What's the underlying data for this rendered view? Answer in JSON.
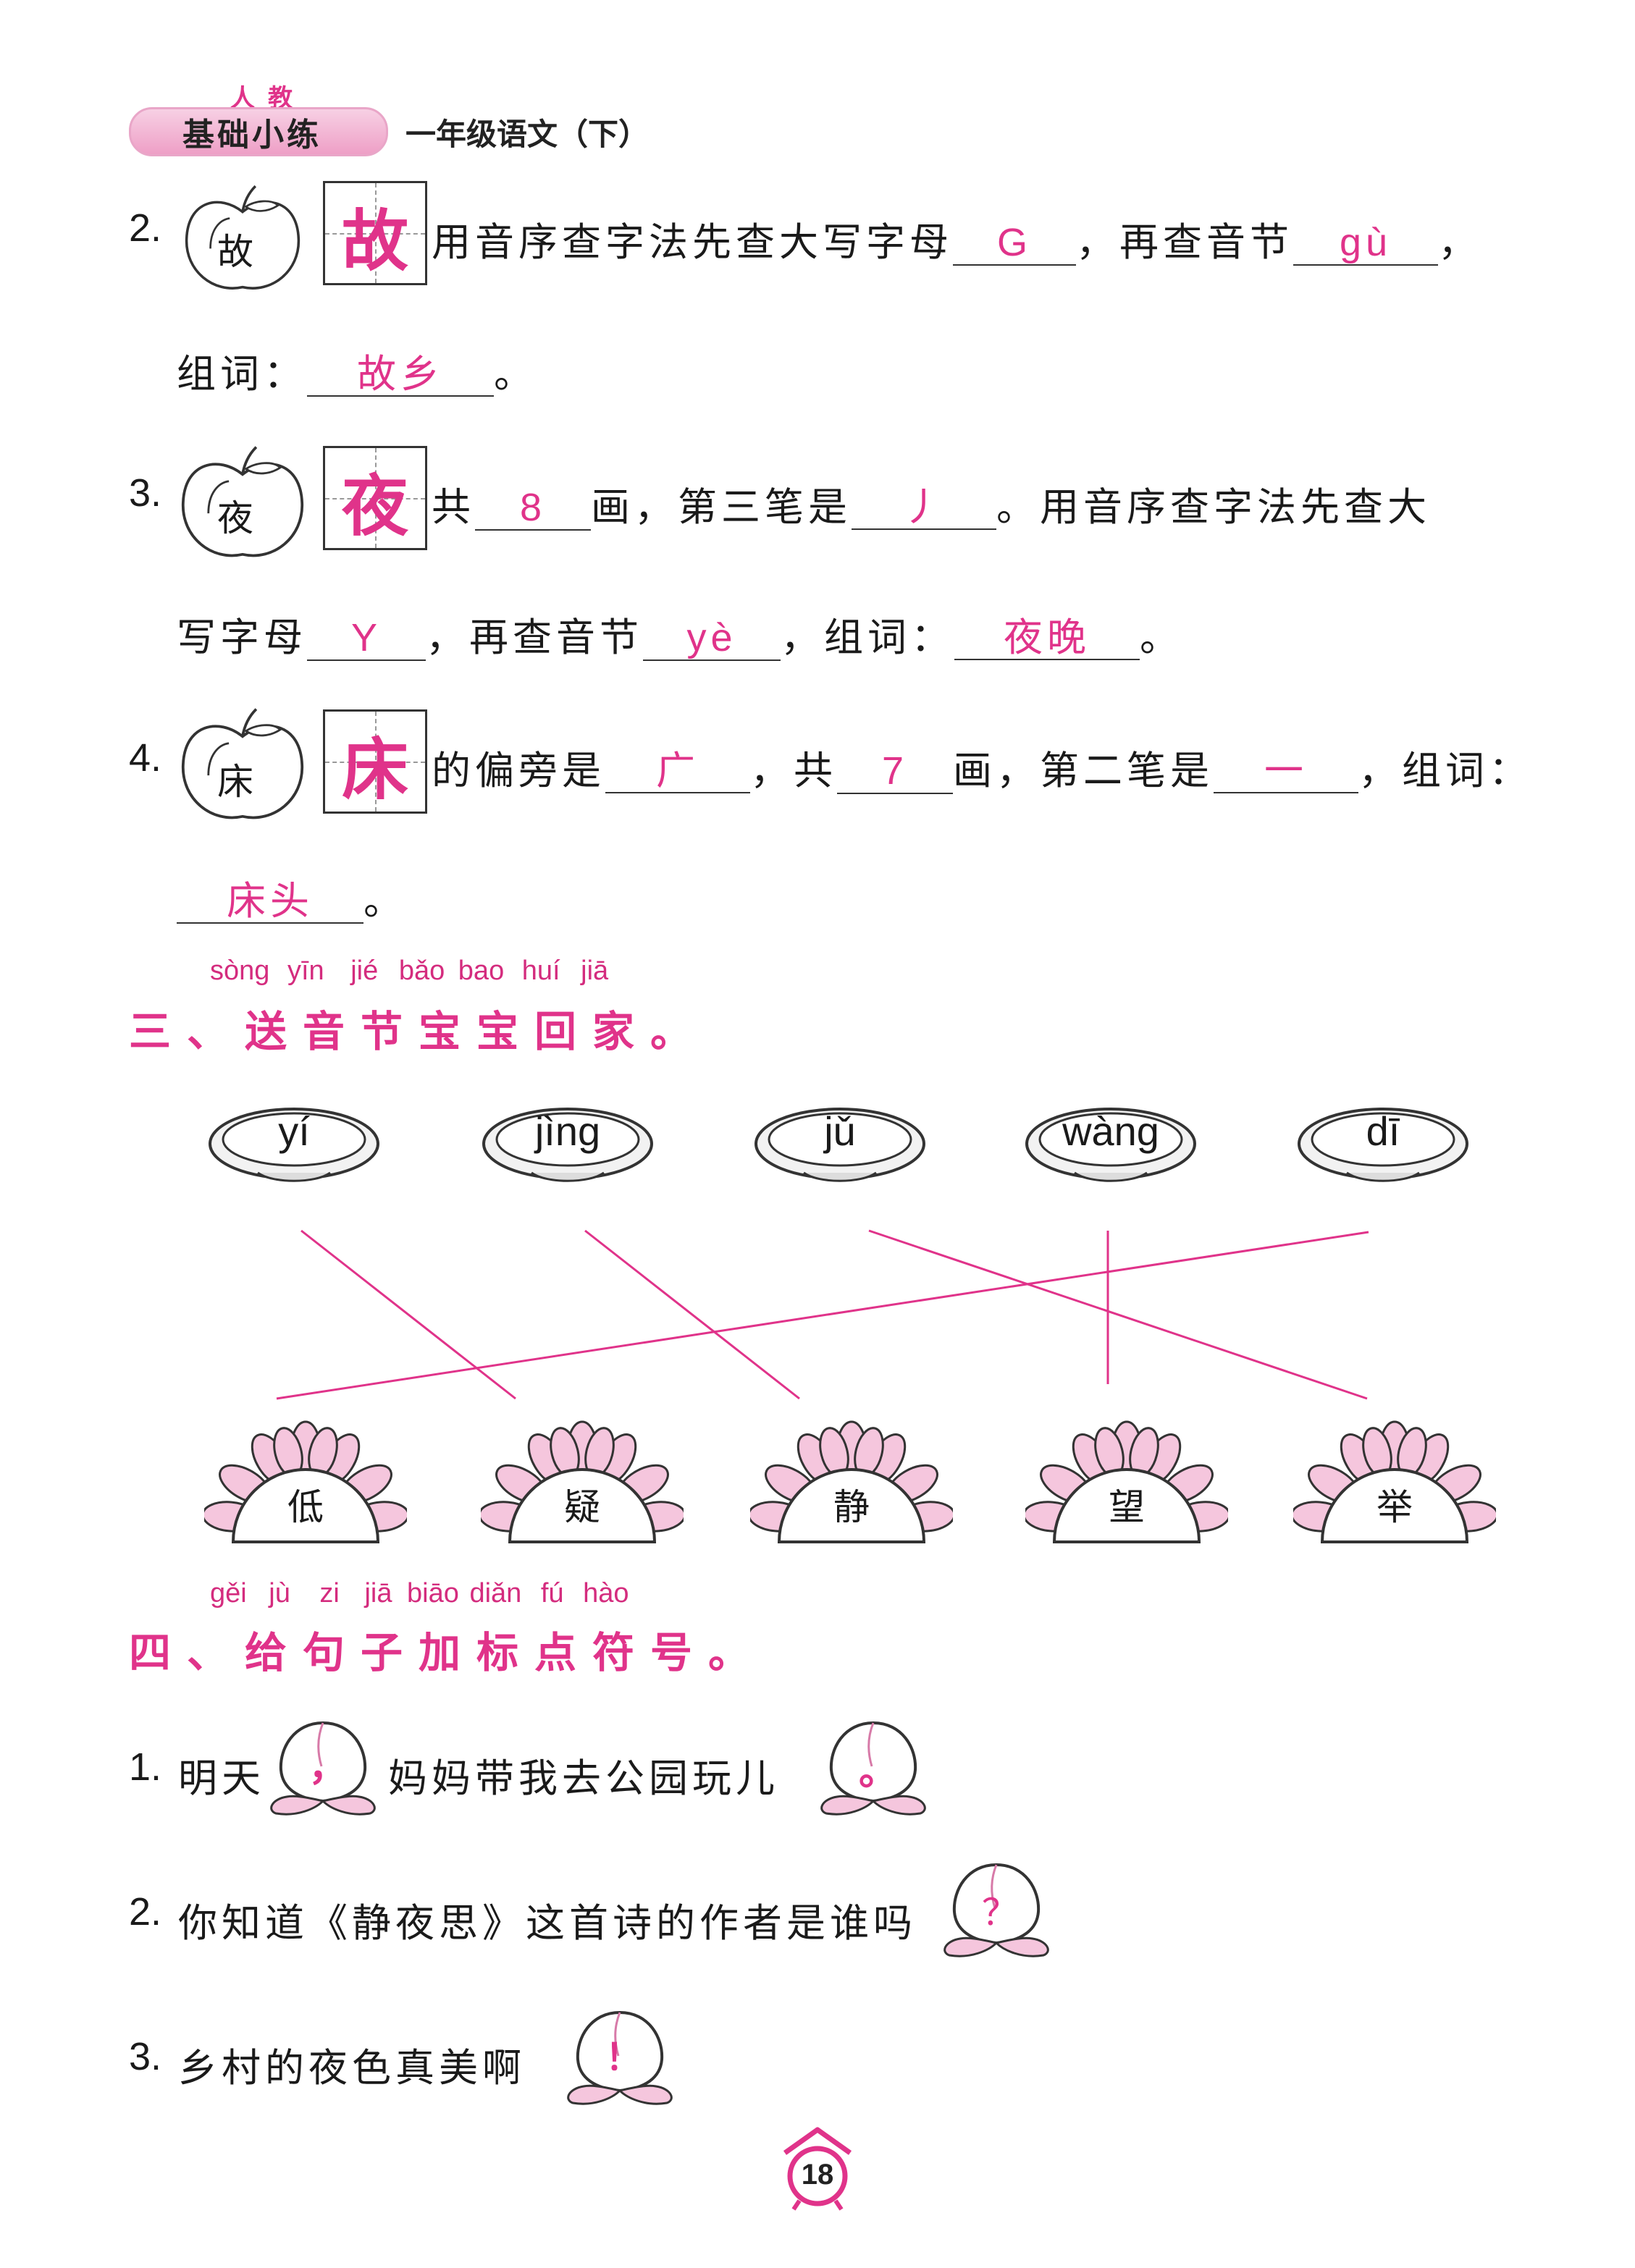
{
  "header": {
    "publisher": "人教",
    "series": "基础小练",
    "subtitle": "一年级语文（下）"
  },
  "q2": {
    "number": "2.",
    "apple_char": "故",
    "box_char": "故",
    "text1": "用音序查字法先查大写字母",
    "ans_letter": "G",
    "text2": "，再查音节",
    "ans_syllable": "gù",
    "text3": "，",
    "line2_label": "组词：",
    "ans_word": "故乡",
    "end": "。"
  },
  "q3": {
    "number": "3.",
    "apple_char": "夜",
    "box_char": "夜",
    "text1": "共",
    "ans_strokes": "8",
    "text2": "画，第三笔是",
    "ans_stroke": "丿",
    "text3": "。用音序查字法先查大",
    "line2_text1": "写字母",
    "ans_letter": "Y",
    "line2_text2": "，再查音节",
    "ans_syllable": "yè",
    "line2_text3": "，组词：",
    "ans_word": "夜晚",
    "end": "。"
  },
  "q4": {
    "number": "4.",
    "apple_char": "床",
    "box_char": "床",
    "text1": "的偏旁是",
    "ans_radical": "广",
    "text2": "，共",
    "ans_strokes": "7",
    "text3": "画，第二笔是",
    "ans_stroke": "一",
    "text4": "，组词：",
    "ans_word": "床头",
    "end": "。"
  },
  "section3": {
    "pinyin": [
      "sòng",
      "yīn",
      "jié",
      "bǎo",
      "bao",
      "huí",
      "jiā"
    ],
    "title": "三、送音节宝宝回家。",
    "plates": [
      "yí",
      "jìng",
      "jǔ",
      "wàng",
      "dī"
    ],
    "flowers": [
      "低",
      "疑",
      "静",
      "望",
      "举"
    ]
  },
  "section4": {
    "pinyin": [
      "gěi",
      "jù",
      "zi",
      "jiā",
      "biāo",
      "diǎn",
      "fú",
      "hào"
    ],
    "title": "四、给句子加标点符号。",
    "s1": {
      "number": "1.",
      "text1": "明天",
      "p1": "，",
      "text2": "妈妈带我去公园玩儿",
      "p2": "。"
    },
    "s2": {
      "number": "2.",
      "text1": "你知道《静夜思》这首诗的作者是谁吗",
      "p1": "？"
    },
    "s3": {
      "number": "3.",
      "text1": "乡村的夜色真美啊",
      "p1": "！"
    }
  },
  "page_number": "18",
  "colors": {
    "accent": "#e0338a",
    "flower_pink": "#f5c6dd",
    "header_pink": "#ee9fc6"
  }
}
